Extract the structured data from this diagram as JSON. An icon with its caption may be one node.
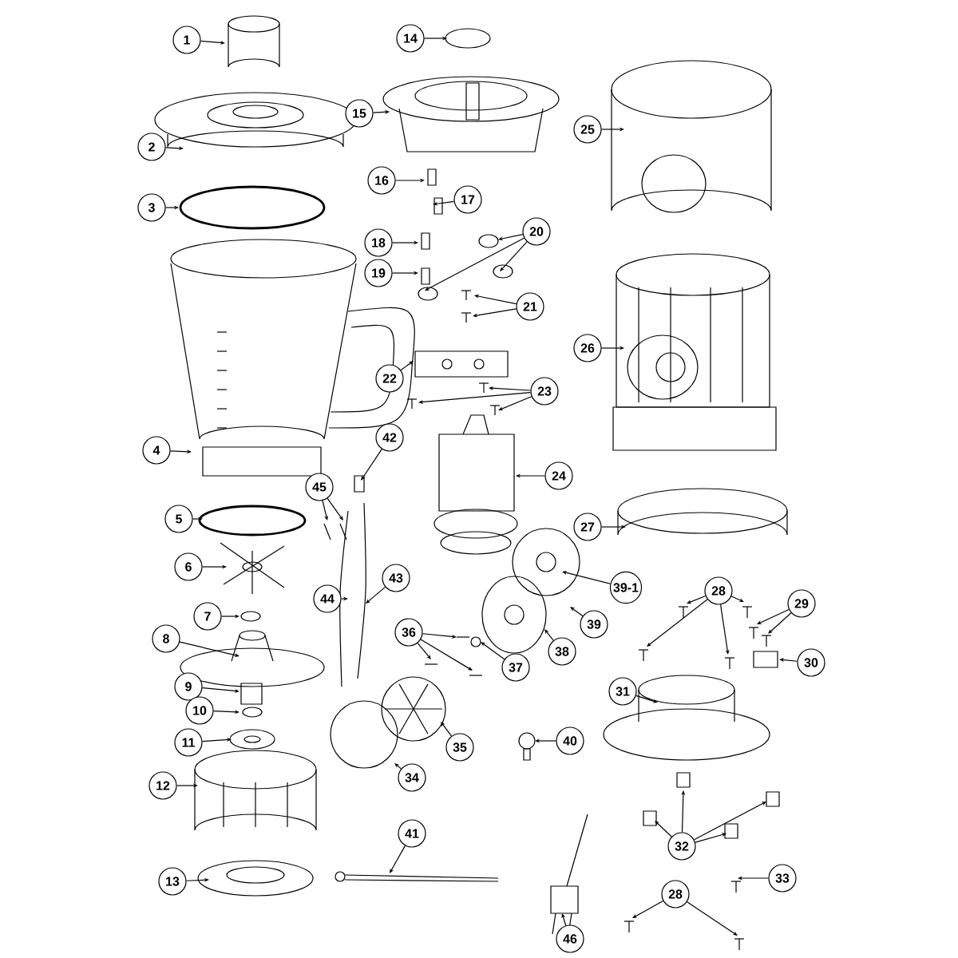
{
  "diagram": {
    "nodes": [
      {
        "text": [
          "1"
        ]
      },
      {
        "text": [
          "2"
        ]
      },
      {
        "text": [
          "3"
        ]
      },
      {
        "text": [
          "4"
        ]
      },
      {
        "text": [
          "5"
        ]
      },
      {
        "text": [
          "6"
        ]
      },
      {
        "text": [
          "7"
        ]
      },
      {
        "text": [
          "8"
        ]
      },
      {
        "text": [
          "9"
        ]
      },
      {
        "text": [
          "10"
        ]
      },
      {
        "text": [
          "11"
        ]
      },
      {
        "text": [
          "12"
        ]
      },
      {
        "text": [
          "13"
        ]
      },
      {
        "text": [
          "14"
        ]
      },
      {
        "text": [
          "15"
        ]
      },
      {
        "text": [
          "16"
        ]
      },
      {
        "text": [
          "17"
        ]
      },
      {
        "text": [
          "18"
        ]
      },
      {
        "text": [
          "19"
        ]
      },
      {
        "text": [
          "20"
        ]
      },
      {
        "text": [
          "21"
        ]
      },
      {
        "text": [
          "22"
        ]
      },
      {
        "text": [
          "23"
        ]
      },
      {
        "text": [
          "24"
        ]
      },
      {
        "text": [
          "25"
        ]
      },
      {
        "text": [
          "26"
        ]
      },
      {
        "text": [
          "27"
        ]
      },
      {
        "text": [
          "28"
        ]
      },
      {
        "text": [
          "29"
        ]
      },
      {
        "text": [
          "30"
        ]
      },
      {
        "text": [
          "31"
        ]
      },
      {
        "text": [
          "32"
        ]
      },
      {
        "text": [
          "33"
        ]
      },
      {
        "text": [
          "28"
        ]
      },
      {
        "text": [
          "34"
        ]
      },
      {
        "text": [
          "35"
        ]
      },
      {
        "text": [
          "36"
        ]
      },
      {
        "text": [
          "37"
        ]
      },
      {
        "text": [
          "38"
        ]
      },
      {
        "text": [
          "39"
        ]
      },
      {
        "text": [
          "39-1"
        ]
      },
      {
        "text": [
          "40"
        ]
      },
      {
        "text": [
          "41"
        ]
      },
      {
        "text": [
          "42"
        ]
      },
      {
        "text": [
          "43"
        ]
      },
      {
        "text": [
          "44"
        ]
      },
      {
        "text": [
          "45"
        ]
      },
      {
        "text": [
          "46"
        ]
      }
    ],
    "edges": [
      {
        "from": 0,
        "to": null,
        "arrow": "to"
      },
      {
        "from": 1,
        "to": null,
        "arrow": "to"
      },
      {
        "from": 2,
        "to": null,
        "arrow": "to"
      },
      {
        "from": 3,
        "to": null,
        "arrow": "to"
      },
      {
        "from": 4,
        "to": null,
        "arrow": "to"
      },
      {
        "from": 5,
        "to": null,
        "arrow": "to"
      },
      {
        "from": 6,
        "to": null,
        "arrow": "to"
      },
      {
        "from": 7,
        "to": null,
        "arrow": "to"
      },
      {
        "from": 8,
        "to": null,
        "arrow": "to"
      },
      {
        "from": 9,
        "to": null,
        "arrow": "to"
      },
      {
        "from": 10,
        "to": null,
        "arrow": "to"
      },
      {
        "from": 11,
        "to": null,
        "arrow": "to"
      },
      {
        "from": 12,
        "to": null,
        "arrow": "to"
      },
      {
        "from": 13,
        "to": null,
        "arrow": "to"
      },
      {
        "from": 14,
        "to": null,
        "arrow": "to"
      },
      {
        "from": 15,
        "to": null,
        "arrow": "to"
      },
      {
        "from": 16,
        "to": null,
        "arrow": "to"
      },
      {
        "from": 17,
        "to": null,
        "arrow": "to"
      },
      {
        "from": 18,
        "to": null,
        "arrow": "to"
      },
      {
        "from": 19,
        "to": null,
        "arrow": "to"
      },
      {
        "from": 19,
        "to": null,
        "arrow": "to"
      },
      {
        "from": 19,
        "to": null,
        "arrow": "to"
      },
      {
        "from": 20,
        "to": null,
        "arrow": "to"
      },
      {
        "from": 20,
        "to": null,
        "arrow": "to"
      },
      {
        "from": 21,
        "to": null,
        "arrow": "to"
      },
      {
        "from": 22,
        "to": null,
        "arrow": "to"
      },
      {
        "from": 22,
        "to": null,
        "arrow": "to"
      },
      {
        "from": 22,
        "to": null,
        "arrow": "to"
      },
      {
        "from": 23,
        "to": null,
        "arrow": "to"
      },
      {
        "from": 24,
        "to": null,
        "arrow": "to"
      },
      {
        "from": 25,
        "to": null,
        "arrow": "to"
      },
      {
        "from": 26,
        "to": null,
        "arrow": "to"
      },
      {
        "from": 27,
        "to": null,
        "arrow": "to"
      },
      {
        "from": 27,
        "to": null,
        "arrow": "to"
      },
      {
        "from": 27,
        "to": null,
        "arrow": "to"
      },
      {
        "from": 27,
        "to": null,
        "arrow": "to"
      },
      {
        "from": 28,
        "to": null,
        "arrow": "to"
      },
      {
        "from": 28,
        "to": null,
        "arrow": "to"
      },
      {
        "from": 29,
        "to": null,
        "arrow": "to"
      },
      {
        "from": 30,
        "to": null,
        "arrow": "to"
      },
      {
        "from": 31,
        "to": null,
        "arrow": "to"
      },
      {
        "from": 31,
        "to": null,
        "arrow": "to"
      },
      {
        "from": 31,
        "to": null,
        "arrow": "to"
      },
      {
        "from": 31,
        "to": null,
        "arrow": "to"
      },
      {
        "from": 32,
        "to": null,
        "arrow": "to"
      },
      {
        "from": 33,
        "to": null,
        "arrow": "to"
      },
      {
        "from": 33,
        "to": null,
        "arrow": "to"
      },
      {
        "from": 34,
        "to": null,
        "arrow": "to"
      },
      {
        "from": 35,
        "to": null,
        "arrow": "to"
      },
      {
        "from": 36,
        "to": null,
        "arrow": "to"
      },
      {
        "from": 36,
        "to": null,
        "arrow": "to"
      },
      {
        "from": 36,
        "to": null,
        "arrow": "to"
      },
      {
        "from": 37,
        "to": null,
        "arrow": "to"
      },
      {
        "from": 38,
        "to": null,
        "arrow": "to"
      },
      {
        "from": 39,
        "to": null,
        "arrow": "to"
      },
      {
        "from": 40,
        "to": null,
        "arrow": "to"
      },
      {
        "from": 41,
        "to": null,
        "arrow": "to"
      },
      {
        "from": 42,
        "to": null,
        "arrow": "to"
      },
      {
        "from": 43,
        "to": null,
        "arrow": "to"
      },
      {
        "from": 44,
        "to": null,
        "arrow": "to"
      },
      {
        "from": 45,
        "to": null,
        "arrow": "to"
      },
      {
        "from": 46,
        "to": null,
        "arrow": "to"
      },
      {
        "from": 46,
        "to": null,
        "arrow": "to"
      },
      {
        "from": 47,
        "to": null,
        "arrow": "to"
      }
    ]
  }
}
